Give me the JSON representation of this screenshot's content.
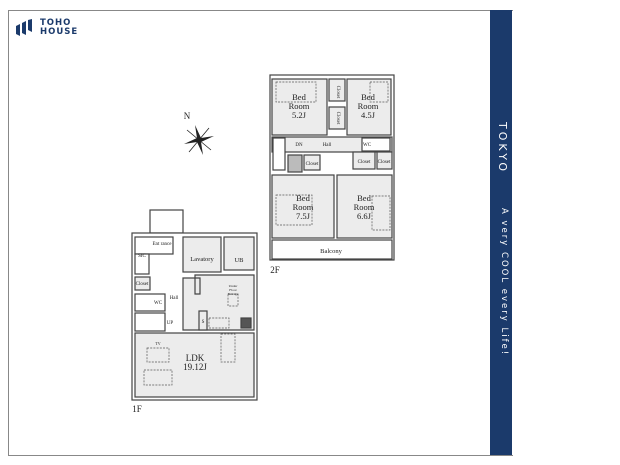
{
  "brand": {
    "line1": "TOHO",
    "line2": "HOUSE",
    "accent": "#1b3a6b"
  },
  "band": {
    "title": "TOKYO",
    "tagline": "A very COOL every Life!"
  },
  "compass": {
    "label": "N"
  },
  "floor2": {
    "label": "2F",
    "rooms": [
      {
        "l1": "Bed",
        "l2": "Room",
        "l3": "5.2J"
      },
      {
        "l1": "Bed",
        "l2": "Room",
        "l3": "4.5J"
      },
      {
        "l1": "Bed",
        "l2": "Room",
        "l3": "7.5J"
      },
      {
        "l1": "Bed",
        "l2": "Room",
        "l3": "6.6J"
      }
    ],
    "hall": "Hall",
    "dn": "DN",
    "wc": "WC",
    "closet": "Closet",
    "balcony": "Balcony"
  },
  "floor1": {
    "label": "1F",
    "entrance": "Ent rance",
    "sic": "SIC",
    "lavatory": "Lavatory",
    "ub": "UB",
    "closet": "Closet",
    "wc": "WC",
    "hall": "Hall",
    "up": "UP",
    "shelf": "S",
    "storage": [
      "Under",
      "Floor",
      "Storage"
    ],
    "tv": "TV",
    "ldk": "LDK",
    "ldk_size": "19.12J"
  }
}
